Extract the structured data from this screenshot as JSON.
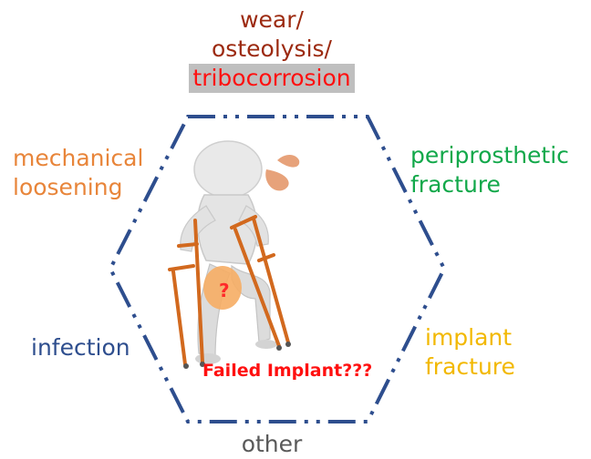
{
  "labels": {
    "top_line1": "wear/",
    "top_line2": "osteolysis/",
    "top_line3": "tribocorrosion",
    "mechanical_line1": "mechanical",
    "mechanical_line2": "loosening",
    "periprosthetic_line1": "periprosthetic",
    "periprosthetic_line2": "fracture",
    "infection": "infection",
    "implant_line1": "implant",
    "implant_line2": "fracture",
    "other": "other"
  },
  "figure": {
    "caption": "Failed Implant???",
    "question_mark": "?"
  },
  "colors": {
    "hexagon": "#2e4e8e",
    "wear": "#9c2a10",
    "tribocorrosion": "#ff1010",
    "tribocorrosion_highlight": "#bfbfbf",
    "mechanical": "#e8853a",
    "periprosthetic": "#12a84a",
    "infection": "#2e4e8e",
    "implant": "#f2b800",
    "other": "#595959",
    "crutches": "#d2691e"
  }
}
